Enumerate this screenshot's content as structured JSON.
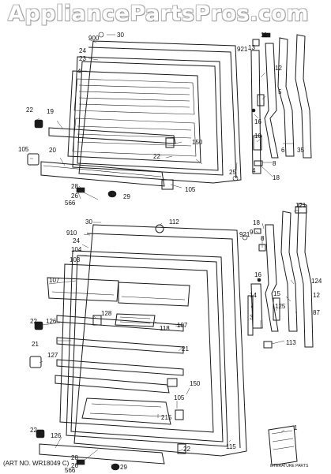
{
  "watermark": "AppliancePartsPros.com",
  "art_number": "(ART NO. WR18049 C)",
  "labels_top": [
    "30",
    "900",
    "24",
    "23",
    "4",
    "921",
    "11",
    "13",
    "12",
    "5",
    "22",
    "19",
    "105",
    "20",
    "150",
    "22",
    "16",
    "10",
    "6",
    "35",
    "25",
    "8",
    "4",
    "18",
    "28",
    "26",
    "566",
    "29",
    "105"
  ],
  "labels_bottom": [
    "30",
    "112",
    "910",
    "24",
    "104",
    "103",
    "107",
    "921",
    "18",
    "9",
    "8",
    "121",
    "22",
    "126",
    "128",
    "118",
    "107",
    "16",
    "14",
    "15",
    "125",
    "124",
    "12",
    "87",
    "3",
    "113",
    "21",
    "127",
    "21",
    "150",
    "105",
    "215",
    "22",
    "126",
    "28",
    "26",
    "566",
    "29",
    "22",
    "115",
    "LITERATURE PARTS",
    "1"
  ]
}
